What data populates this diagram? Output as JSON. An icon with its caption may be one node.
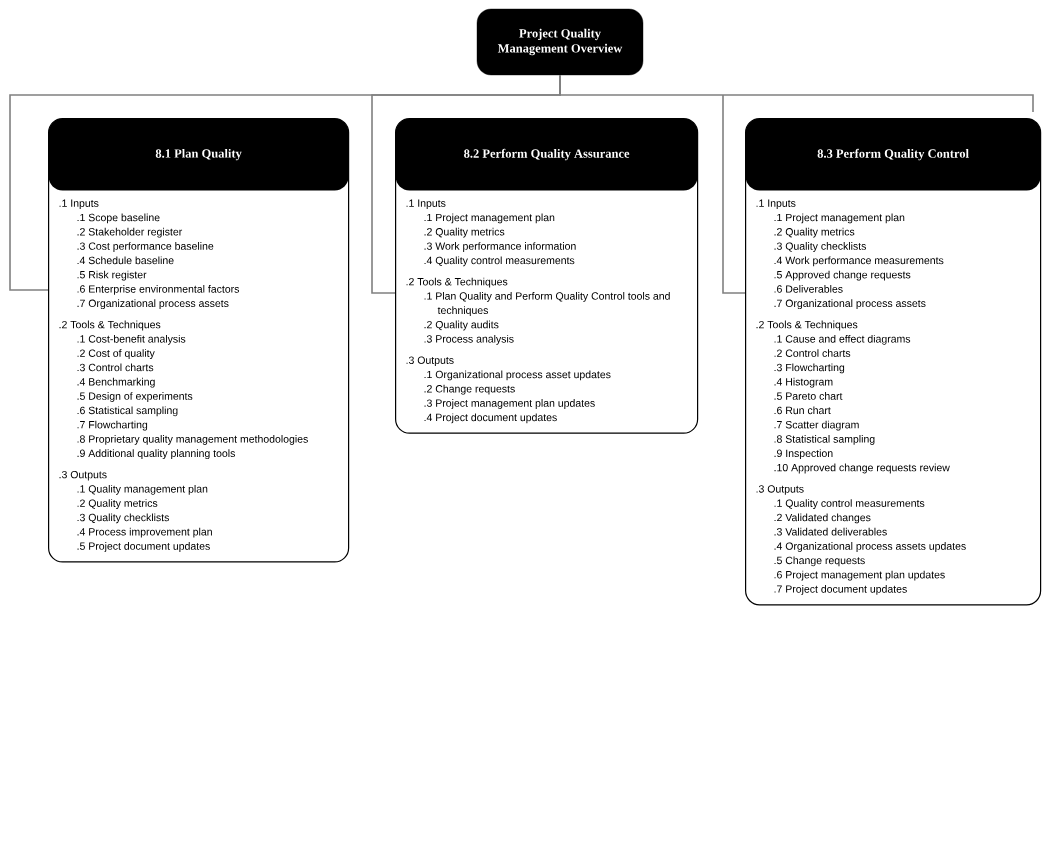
{
  "diagram": {
    "nodes": [
      {
        "text": [
          "Project Quality Management Overview"
        ]
      },
      {
        "text": [
          "8.1 Plan Quality",
          ".1 Inputs",
          ".1 Scope baseline",
          ".2 Stakeholder register",
          ".3 Cost performance baseline",
          ".4 Schedule baseline",
          ".5 Risk register",
          ".6 Enterprise environmental factors",
          ".7 Organizational process assets",
          ".2 Tools & Techniques",
          ".1 Cost-benefit analysis",
          ".2 Cost of quality",
          ".3 Control charts",
          ".4 Benchmarking",
          ".5 Design of experiments",
          ".6 Statistical sampling",
          ".7 Flowcharting",
          ".8 Proprietary quality management methodologies",
          ".9 Additional quality planning tools",
          ".3 Outputs",
          ".1 Quality management plan",
          ".2 Quality metrics",
          ".3 Quality checklists",
          ".4 Process improvement plan",
          ".5 Project document updates"
        ]
      },
      {
        "text": [
          "8.2 Perform Quality Assurance",
          ".1 Inputs",
          ".1 Project management plan",
          ".2 Quality metrics",
          ".3 Work performance information",
          ".4 Quality control measurements",
          ".2 Tools & Techniques",
          ".1 Plan Quality and Perform Quality Control tools and techniques",
          ".2 Quality audits",
          ".3 Process analysis",
          ".3 Outputs",
          ".1 Organizational process asset updates",
          ".2 Change requests",
          ".3 Project management plan updates",
          ".4 Project document updates"
        ]
      },
      {
        "text": [
          "8.3 Perform Quality Control",
          ".1 Inputs",
          ".1 Project management plan",
          ".2 Quality metrics",
          ".3 Quality checklists",
          ".4 Work performance measurements",
          ".5 Approved change requests",
          ".6 Deliverables",
          ".7 Organizational process assets",
          ".2 Tools & Techniques",
          ".1 Cause and effect diagrams",
          ".2 Control charts",
          ".3 Flowcharting",
          ".4 Histogram",
          ".5 Pareto chart",
          ".6 Run chart",
          ".7 Scatter diagram",
          ".8 Statistical sampling",
          ".9 Inspection",
          ".10 Approved change requests review",
          ".3 Outputs",
          ".1 Quality control measurements",
          ".2 Validated changes",
          ".3 Validated deliverables",
          ".4 Organizational process assets updates",
          ".5 Change requests",
          ".6 Project management plan updates",
          ".7 Project document updates"
        ]
      }
    ],
    "edges": [
      {
        "from": 0,
        "to": 1,
        "arrow": "none"
      },
      {
        "from": 0,
        "to": 2,
        "arrow": "none"
      },
      {
        "from": 0,
        "to": 3,
        "arrow": "none"
      }
    ]
  }
}
